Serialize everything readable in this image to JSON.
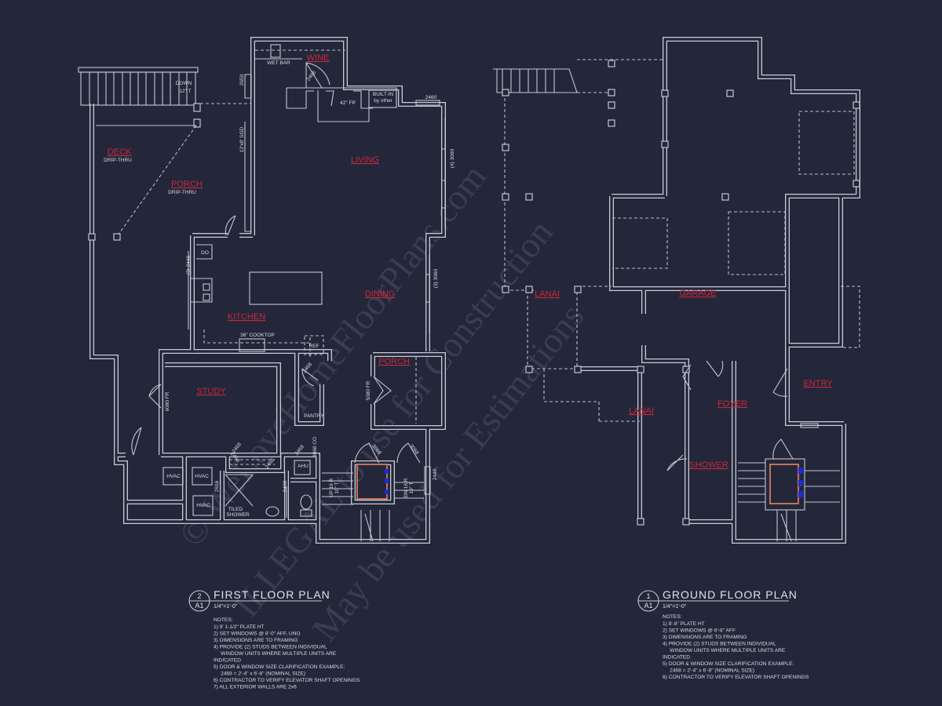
{
  "watermark": {
    "line1": "© WeLoveHomeFloorPlans.com",
    "line2": "ILLEGAL to use for Construction",
    "line3": "May be used for Estimations"
  },
  "first_floor": {
    "detail_number": "2",
    "sheet": "A1",
    "title": "FIRST FLOOR PLAN",
    "scale": "1/4\"=1'-0\"",
    "notes_heading": "NOTES:",
    "notes": [
      "1) 9' 1-1/2\" PLATE HT",
      "2) SET WINDOWS @ 8'-0\" AFF, UNO",
      "3) DIMENSIONS ARE TO FRAMING",
      "4) PROVIDE (2) STUDS BETWEEN INDIVIDUAL",
      "     WINDOW UNITS WHERE MULTIPLE UNITS ARE",
      "INDICATED",
      "5) DOOR & WINDOW SIZE CLARIFICATION EXAMPLE:",
      "     2468 = 2'-4\" x 6'-8\" (NOMINAL SIZE)",
      "6) CONTRACTOR TO VERIFY ELEVATOR SHAFT OPENINGS",
      "7) ALL EXTERIOR WALLS ARE 2x6"
    ],
    "rooms": {
      "wine": "WINE",
      "deck": "DECK",
      "porch_left": "PORCH",
      "living": "LIVING",
      "kitchen": "KITCHEN",
      "dining": "DINING",
      "study": "STUDY",
      "porch_right": "PORCH"
    },
    "annotations": {
      "wet_bar": "WET BAR",
      "wine_door": "2468",
      "down": "DOWN",
      "tread": "12\" T",
      "window_2650": "2650",
      "sgd": "12'x8' SGD",
      "fireplace": "42\" FP",
      "built_in_1": "BUILT-IN",
      "built_in_2": "by other",
      "window_2460": "2460",
      "living_windows": "(4) 3060",
      "deck_drip": "DRIP-THRU",
      "porch_drip": "DRIP-THRU",
      "do": "DO",
      "kitchen_windows": "(3) 2446",
      "dining_windows": "(3) 3060",
      "cooktop": "36\" COOKTOP",
      "ref": "REF",
      "study_door": "6080 FR",
      "pantry_door": "2468",
      "pantry": "PANTRY",
      "porch_door": "5080 FR",
      "hvac_1": "HVAC",
      "hvac_2": "HVAC",
      "hvac_3": "HVAC",
      "window_2616": "2616",
      "tiled_1": "TILED",
      "tiled_2": "SHOWER",
      "bath_door_1": "2468",
      "bath_door_2": "2468",
      "bath_door_3": "2468",
      "ahu_door": "2468",
      "ahu": "AHU",
      "wc_door": "2468",
      "closet_door": "3068 CO",
      "stair_up_1": "UP 16 R",
      "stair_up_2": "10\" T",
      "stair_dn_1": "DN 16 R",
      "stair_dn_2": "10\" T",
      "elev_door_1": "3068",
      "elev_door_2": "3068",
      "window_2440": "2440"
    }
  },
  "ground_floor": {
    "detail_number": "1",
    "sheet": "A1",
    "title": "GROUND FLOOR PLAN",
    "scale": "1/4\"=1'-0\"",
    "notes_heading": "NOTES:",
    "notes": [
      "1) 8'-8\" PLATE HT",
      "2) SET WINDOWS @ 6'-8\" AFF",
      "3) DIMENSIONS ARE TO FRAMING",
      "4) PROVIDE (2) STUDS BETWEEN INDIVIDUAL",
      "     WINDOW UNITS WHERE MULTIPLE UNITS ARE",
      "INDICATED",
      "5) DOOR & WINDOW SIZE CLARIFICATION EXAMPLE:",
      "     2468 = 2'-4\" x 6'-8\" (NOMINAL SIZE)",
      "6) CONTRACTOR TO VERIFY ELEVATOR SHAFT OPENINGS"
    ],
    "rooms": {
      "lanai_upper": "LANAI",
      "garage": "GARAGE",
      "lanai_lower": "LANAI",
      "foyer": "FOYER",
      "entry": "ENTRY",
      "shower": "SHOWER"
    }
  },
  "colors": {
    "background": "#24273a",
    "linework": "#c9ccd8",
    "room_label": "#c8283a",
    "elevator": "#c0745a",
    "elevator_buttons": "#1d2bd8"
  }
}
